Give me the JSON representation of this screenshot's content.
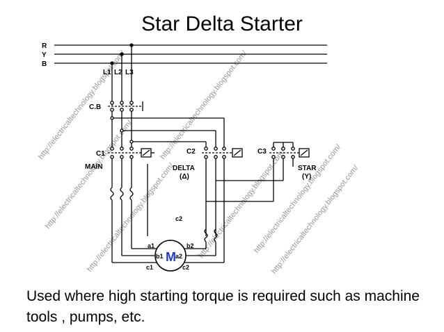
{
  "slide": {
    "title": "Star Delta Starter",
    "caption": "Used where high starting torque is  required  such as machine tools , pumps, etc."
  },
  "diagram": {
    "supply_labels": [
      "R",
      "Y",
      "B"
    ],
    "phase_labels": [
      "L1",
      "L2",
      "L3"
    ],
    "cb_label": "C.B",
    "contactors": {
      "main": {
        "id": "C1",
        "name": "MAIN"
      },
      "delta": {
        "id": "C2",
        "name": "DELTA",
        "symbol": "(Δ)"
      },
      "star": {
        "id": "C3",
        "name": "STAR",
        "symbol": "(Y)"
      }
    },
    "motor": {
      "symbol": "M",
      "terminals": [
        "a1",
        "b1",
        "c1",
        "a2",
        "b2",
        "c2"
      ]
    },
    "mid_label": "c2",
    "watermarks": [
      "http://electricaltechnology.blogspot.com/",
      "http://electricaltechnology.blogspot.com/",
      "http://electricaltechnology.blogspot.com/",
      "http://electricaltechnology.blogspot.com/",
      "http://electricaltechnology.blogspot.com/",
      "http://electricaltechnology.blogspot.com/",
      "http://electricaltechnology.blogspot.com/"
    ]
  }
}
